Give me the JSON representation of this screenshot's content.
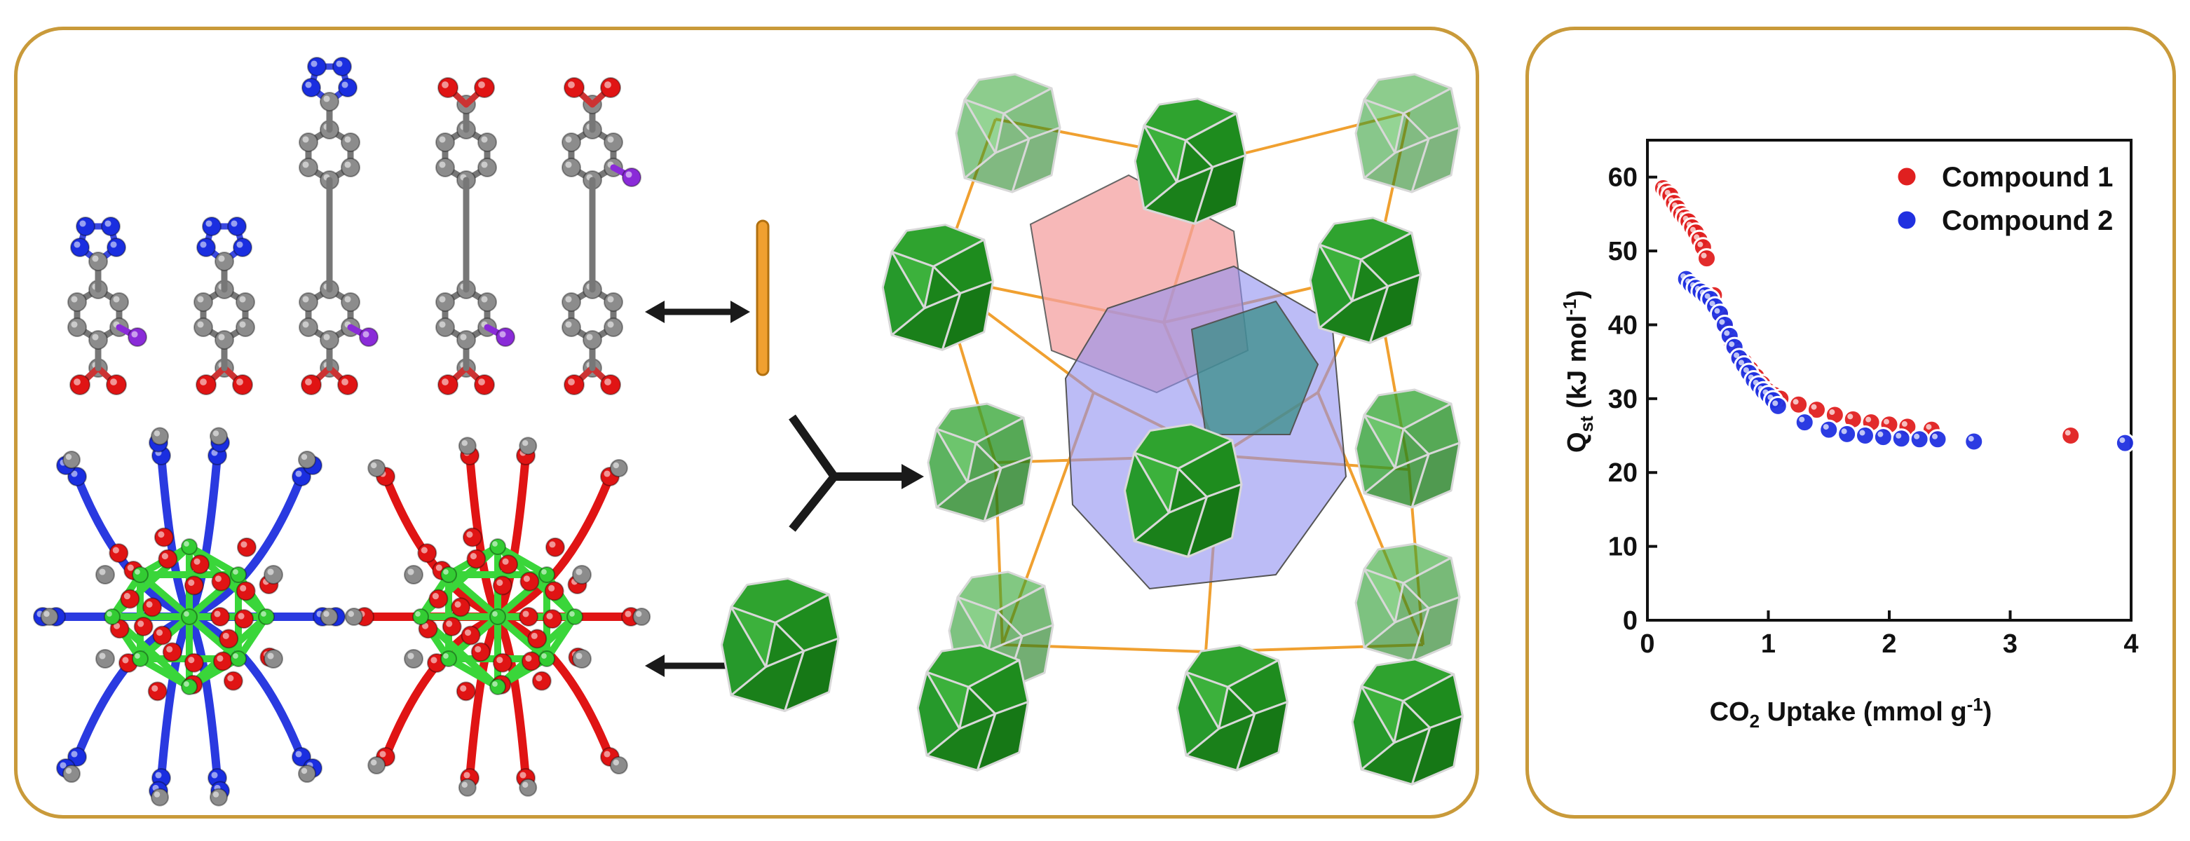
{
  "colors": {
    "frame": "#c99a3a",
    "compound1": "#e02020",
    "compound2": "#2030e0",
    "cluster_green": "#1f8f1f",
    "linker_orange": "#f0a030",
    "atom_carbon": "#8c8c8c",
    "atom_oxygen": "#e01414",
    "atom_nitrogen": "#1a2ee0",
    "atom_iodine": "#8a2bd8",
    "metal": "#33cc33",
    "cage_pink": "#f4a0a0",
    "cage_blue": "#9090f0"
  },
  "icons": [
    "double-arrow-icon",
    "y-junction-arrow-icon",
    "linker-rod-icon",
    "cuboctahedron-cluster-icon"
  ],
  "chart_data": {
    "type": "scatter",
    "xlabel_main": "CO",
    "xlabel_sub": "2",
    "xlabel_rest": " Uptake (mmol g",
    "xlabel_sup": "-1",
    "xlabel_end": ")",
    "ylabel_main": "Q",
    "ylabel_sub": "st",
    "ylabel_rest": "  (kJ mol",
    "ylabel_sup": "-1",
    "ylabel_end": ")",
    "xlim": [
      0,
      4
    ],
    "ylim": [
      0,
      65
    ],
    "xticks": [
      0,
      1,
      2,
      3,
      4
    ],
    "yticks": [
      0,
      10,
      20,
      30,
      40,
      50,
      60
    ],
    "legend_placement": "top-right",
    "series": [
      {
        "name": "Compound 1",
        "color": "#e02020",
        "x": [
          0.13,
          0.16,
          0.19,
          0.22,
          0.25,
          0.28,
          0.31,
          0.34,
          0.37,
          0.4,
          0.43,
          0.46,
          0.49,
          0.55,
          0.6,
          0.65,
          0.7,
          0.75,
          0.8,
          0.85,
          0.9,
          0.95,
          1.0,
          1.05,
          1.1,
          1.25,
          1.4,
          1.55,
          1.7,
          1.85,
          2.0,
          2.15,
          2.35,
          3.5
        ],
        "y": [
          58.5,
          58.0,
          57.5,
          56.5,
          55.8,
          55.0,
          54.5,
          54.0,
          53.2,
          52.5,
          51.5,
          50.5,
          49.0,
          44.0,
          41.5,
          39.5,
          37.5,
          36.0,
          35.0,
          34.0,
          33.0,
          32.0,
          31.0,
          30.5,
          30.0,
          29.2,
          28.5,
          27.8,
          27.2,
          26.8,
          26.5,
          26.2,
          25.8,
          25.0
        ]
      },
      {
        "name": "Compound 2",
        "color": "#2030e0",
        "x": [
          0.32,
          0.36,
          0.4,
          0.44,
          0.48,
          0.52,
          0.56,
          0.6,
          0.64,
          0.68,
          0.72,
          0.76,
          0.8,
          0.84,
          0.88,
          0.92,
          0.96,
          1.0,
          1.04,
          1.08,
          1.3,
          1.5,
          1.65,
          1.8,
          1.95,
          2.1,
          2.25,
          2.4,
          2.7,
          3.95
        ],
        "y": [
          46.2,
          45.5,
          45.0,
          44.5,
          44.0,
          43.5,
          42.5,
          41.5,
          40.0,
          38.5,
          37.0,
          35.5,
          34.5,
          33.5,
          32.5,
          31.8,
          31.0,
          30.5,
          29.8,
          29.0,
          26.8,
          25.8,
          25.2,
          25.0,
          24.8,
          24.6,
          24.5,
          24.5,
          24.2,
          24.0
        ]
      }
    ]
  }
}
